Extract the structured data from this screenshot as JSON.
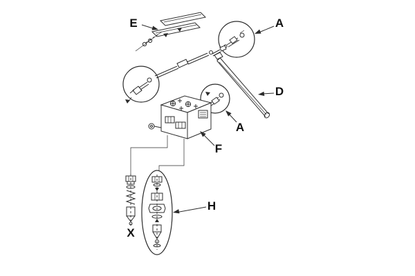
{
  "diagram": {
    "type": "exploded-parts-diagram",
    "background": "#ffffff",
    "line_color": "#2b2b2b",
    "label_color": "#111111",
    "labels": {
      "e": "E",
      "a_top": "A",
      "d": "D",
      "a_mid": "A",
      "f": "F",
      "h": "H",
      "x": "X"
    }
  }
}
